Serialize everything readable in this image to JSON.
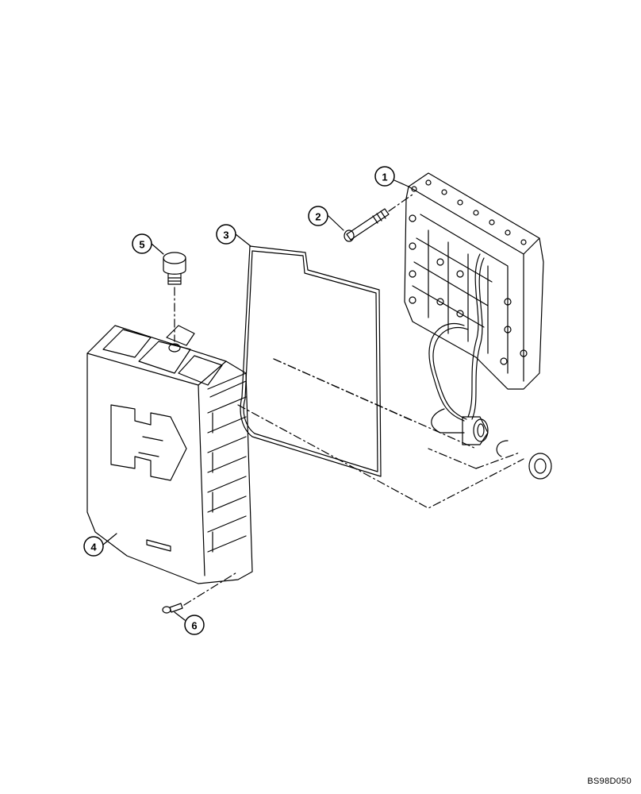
{
  "callouts": [
    {
      "id": "1",
      "label": "1"
    },
    {
      "id": "2",
      "label": "2"
    },
    {
      "id": "3",
      "label": "3"
    },
    {
      "id": "4",
      "label": "4"
    },
    {
      "id": "5",
      "label": "5"
    },
    {
      "id": "6",
      "label": "6"
    }
  ],
  "drawing_ref": "BS98D050",
  "colors": {
    "line": "#000000",
    "background": "#ffffff"
  }
}
